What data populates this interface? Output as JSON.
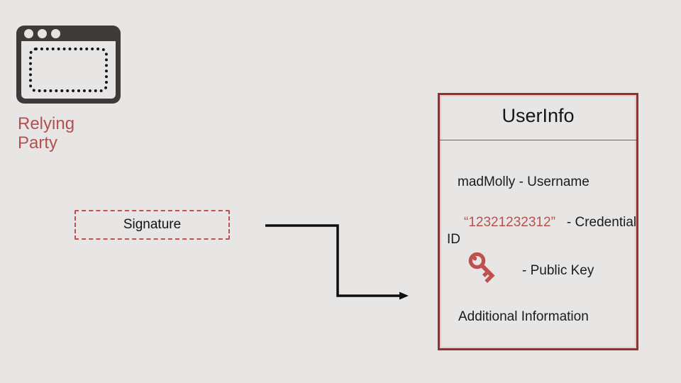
{
  "colors": {
    "background": "#e7e6e5",
    "accent_red": "#c0504d",
    "relying_party_text": "#b2514e",
    "panel_border_red": "#962f2f",
    "icon_dark": "#3e3a39",
    "text_dark": "#1b1b1b",
    "connector_black": "#0f0f0f"
  },
  "icons": {
    "window": "browser-window-icon",
    "window_dots": "window-dot-icon",
    "key": "key-icon",
    "arrow": "elbow-arrow-connector"
  },
  "relying_party": {
    "label": "Relying Party"
  },
  "signature_box": {
    "label": "Signature"
  },
  "userinfo_panel": {
    "title": "UserInfo",
    "rows": {
      "username": "madMolly - Username",
      "credential": {
        "value": "“12321232312”",
        "label_line1": "- Credential",
        "label_line2": "ID"
      },
      "public_key": {
        "icon": "key-icon",
        "label": "- Public Key"
      },
      "additional": "Additional Information"
    }
  }
}
